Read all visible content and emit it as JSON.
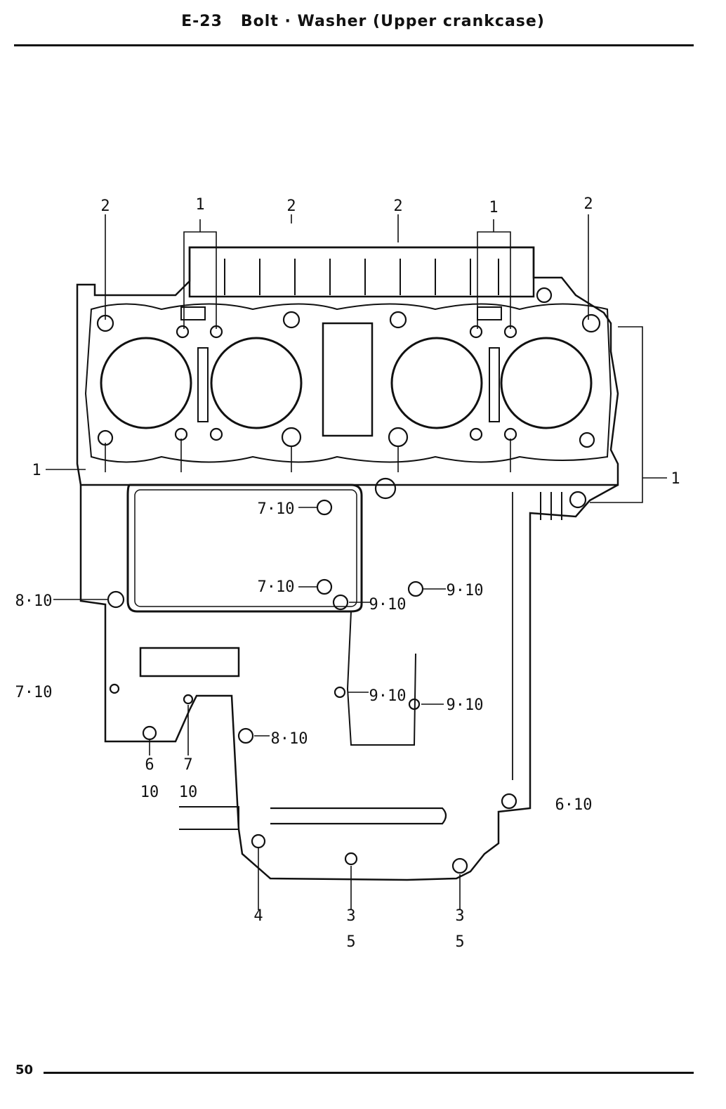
{
  "header": {
    "code": "E-23",
    "title": "Bolt · Washer (Upper crankcase)"
  },
  "footer": {
    "page_number": "50"
  },
  "callouts": {
    "top_2a": "2",
    "top_1a": "1",
    "top_2b": "2",
    "top_2c": "2",
    "top_1b": "1",
    "top_2d": "2",
    "left_1": "1",
    "right_1": "1",
    "c_7_10_a": "7·10",
    "c_7_10_b": "7·10",
    "c_8_10_left": "8·10",
    "c_9_10_a": "9·10",
    "c_9_10_b": "9·10",
    "c_7_10_left": "7·10",
    "c_9_10_c": "9·10",
    "c_9_10_d": "9·10",
    "c_8_10_mid": "8·10",
    "c_6_top": "6",
    "c_6_bot": "10",
    "c_7_top": "7",
    "c_7_bot": "10",
    "c_6_10_right": "6·10",
    "c_4": "4",
    "c_3a": "3",
    "c_5a": "5",
    "c_3b": "3",
    "c_5b": "5"
  }
}
